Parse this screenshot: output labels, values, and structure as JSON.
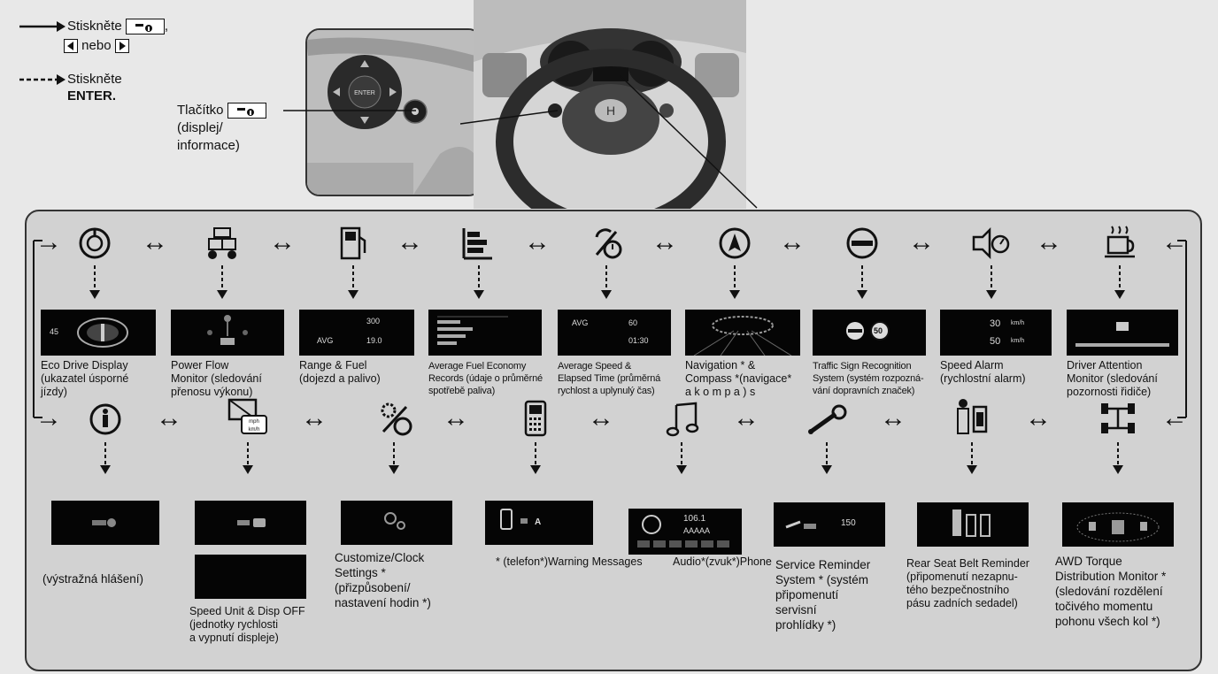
{
  "legend": {
    "press_prefix": "Stiskněte",
    "press_suffix": ",",
    "nebo": "nebo",
    "enter_prefix": "Stiskněte",
    "enter_key": "ENTER."
  },
  "button_label": {
    "line1": "Tlačítko",
    "line2": "(displej/",
    "line3": "informace)"
  },
  "keypad": {
    "enter": "ENTER"
  },
  "arrow_symbol": "↔",
  "row1": [
    {
      "icon": "eco-drive-icon",
      "title_lines": [
        "Eco Drive Display",
        "(ukazatel úsporné",
        "jízdy)"
      ]
    },
    {
      "icon": "power-flow-icon",
      "title_lines": [
        "Power Flow",
        "Monitor (sledování",
        "přenosu výkonu)"
      ]
    },
    {
      "icon": "fuel-pump-icon",
      "title_lines": [
        "Range & Fuel",
        "(dojezd a palivo)"
      ]
    },
    {
      "icon": "fuel-economy-bars-icon",
      "title_lines": [
        "Average Fuel Economy",
        "Records (údaje o průměrné",
        "spotřebě paliva)"
      ]
    },
    {
      "icon": "speed-time-icon",
      "title_lines": [
        "Average Speed &",
        "Elapsed Time (průměrná",
        "rychlost a uplynulý čas)"
      ]
    },
    {
      "icon": "compass-icon",
      "title_lines": [
        "Navigation * &",
        "Compass *(navigace*",
        "a k o m p a ) s"
      ]
    },
    {
      "icon": "traffic-sign-icon",
      "title_lines": [
        "Traffic Sign Recognition",
        "System (systém rozpozná-",
        "vání dopravních značek)"
      ]
    },
    {
      "icon": "speed-alarm-icon",
      "title_lines": [
        "Speed Alarm",
        "(rychlostní alarm)"
      ]
    },
    {
      "icon": "coffee-cup-icon",
      "title_lines": [
        "Driver Attention",
        "Monitor (sledování",
        "pozornosti řidiče)"
      ]
    }
  ],
  "row2": [
    {
      "icon": "warning-info-icon",
      "title_lines": [
        "(výstražná hlášení)"
      ]
    },
    {
      "icon": "speed-unit-icon",
      "title_lines": [
        "Speed Unit & Disp OFF",
        "(jednotky rychlosti",
        "a vypnutí displeje)"
      ]
    },
    {
      "icon": "settings-gears-icon",
      "title_lines": [
        "Customize/Clock",
        "Settings *",
        "(přizpůsobení/",
        "nastavení hodin *)"
      ]
    },
    {
      "icon": "phone-icon",
      "title_lines": [
        "* (telefon*)Warning Messages"
      ]
    },
    {
      "icon": "music-note-icon",
      "title_lines": [
        "Audio*(zvuk*)Phone"
      ]
    },
    {
      "icon": "wrench-icon",
      "title_lines": [
        "Service Reminder",
        "System * (systém",
        "připomenutí",
        "servisní",
        "prohlídky *)"
      ]
    },
    {
      "icon": "seat-belt-icon",
      "title_lines": [
        "Rear Seat Belt Reminder",
        "(připomenutí nezapnu-",
        "tého bezpečnostního",
        "pásu zadních sedadel)"
      ]
    },
    {
      "icon": "awd-icon",
      "title_lines": [
        "AWD Torque",
        "Distribution Monitor *",
        "(sledování rozdělení",
        "točivého momentu",
        "pohonu všech kol *)"
      ]
    }
  ],
  "screens": {
    "eco": "45",
    "range_top": "300",
    "range_avg": "AVG",
    "range_val": "19.0",
    "speed_avg": "AVG",
    "speed_val": "60",
    "speed_time": "01:30",
    "sign_limit": "50",
    "alarm_1": "30",
    "alarm_2": "50",
    "alarm_unit": "km/h",
    "phone_a": "A",
    "audio_freq": "106.1",
    "audio_name": "AAAAA",
    "service_val": "150",
    "km_h": "km/h",
    "mph": "mph"
  },
  "colors": {
    "background": "#e8e8e8",
    "panel": "#d2d2d2",
    "screen": "#050505",
    "line": "#111111"
  }
}
